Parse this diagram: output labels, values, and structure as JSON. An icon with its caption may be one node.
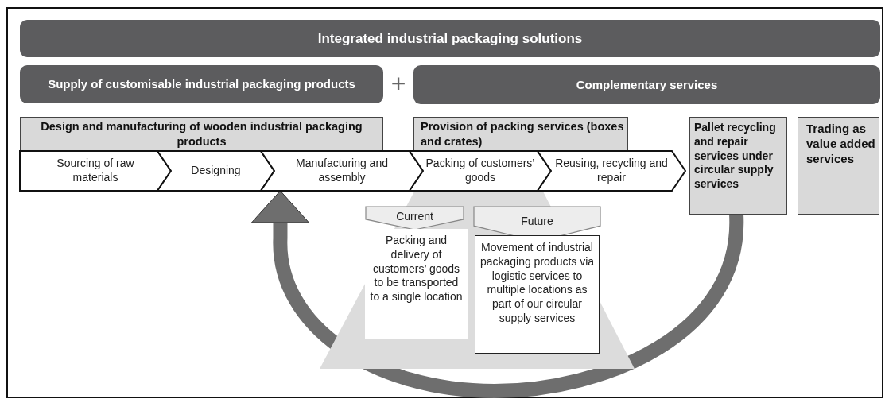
{
  "diagram": {
    "nodes": [
      {
        "text": [
          "Integrated industrial packaging solutions"
        ]
      },
      {
        "text": [
          "Supply of customisable industrial packaging products"
        ]
      },
      {
        "text": [
          "Complementary services"
        ]
      },
      {
        "text": [
          "Design and manufacturing of wooden industrial packaging products"
        ]
      },
      {
        "text": [
          "Provision of packing services (boxes and crates)"
        ]
      },
      {
        "text": [
          "Pallet recycling and repair services under circular supply services"
        ]
      },
      {
        "text": [
          "Trading as value added services"
        ]
      },
      {
        "text": [
          "Sourcing of raw materials"
        ]
      },
      {
        "text": [
          "Designing"
        ]
      },
      {
        "text": [
          "Manufacturing and assembly"
        ]
      },
      {
        "text": [
          "Packing of customers’ goods"
        ]
      },
      {
        "text": [
          "Reusing, recycling and repair"
        ]
      },
      {
        "text": [
          "Current"
        ]
      },
      {
        "text": [
          "Packing and delivery of customers’ goods to be transported to a single location"
        ]
      },
      {
        "text": [
          "Future"
        ]
      },
      {
        "text": [
          "Movement of industrial packaging products via logistic services to multiple locations as part of our circular supply services"
        ]
      }
    ],
    "edges": [
      {
        "from": 5,
        "to": 9,
        "arrow": "to"
      }
    ],
    "labels": [
      "+"
    ]
  }
}
